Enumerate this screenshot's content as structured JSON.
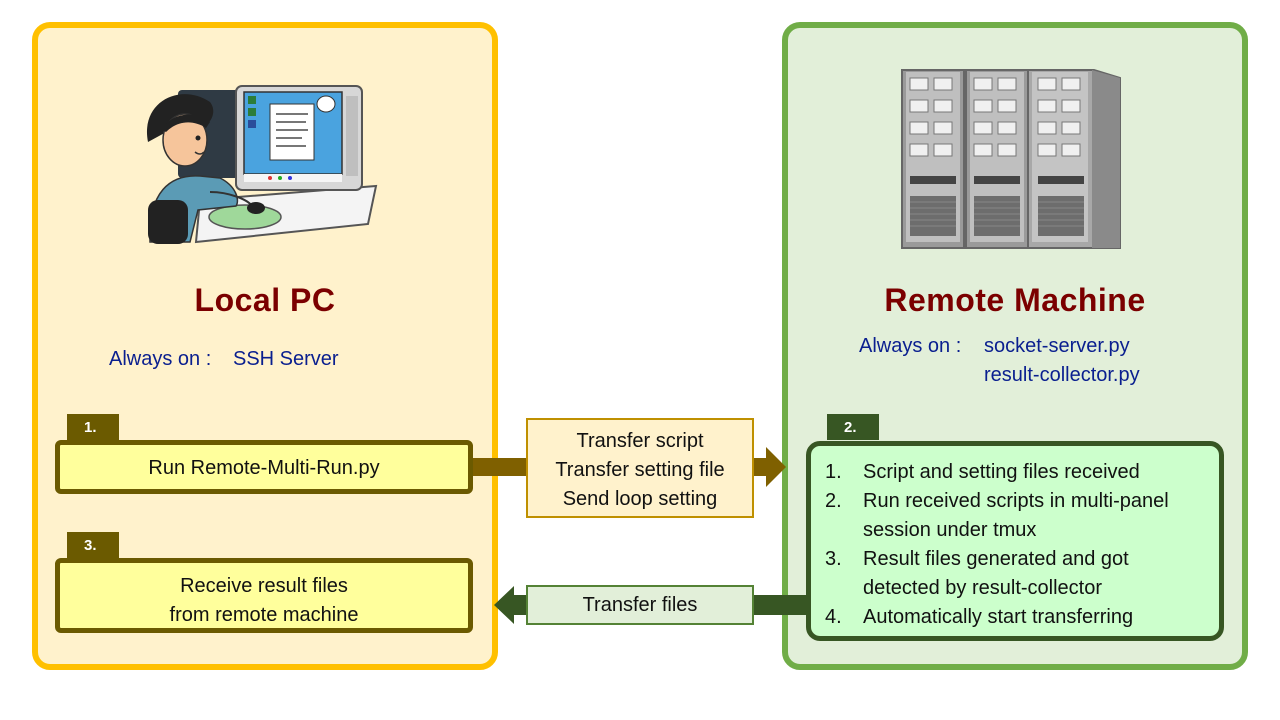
{
  "local": {
    "title": "Local PC",
    "always_on_label": "Always on :",
    "always_on_value": "SSH Server",
    "step1_tag": "1.",
    "step1_text": "Run Remote-Multi-Run.py",
    "step3_tag": "3.",
    "step3_line1": "Receive result files",
    "step3_line2": "from remote machine",
    "illustration_icon": "person-at-computer-icon"
  },
  "remote": {
    "title": "Remote Machine",
    "always_on_label": "Always on :",
    "always_on_values": [
      "socket-server.py",
      "result-collector.py"
    ],
    "step2_tag": "2.",
    "steps": [
      {
        "num": "1.",
        "lines": [
          "Script and setting files received"
        ]
      },
      {
        "num": "2.",
        "lines": [
          "Run received scripts in multi-panel",
          "session under tmux"
        ]
      },
      {
        "num": "3.",
        "lines": [
          "Result files generated and got",
          "detected by result-collector"
        ]
      },
      {
        "num": "4.",
        "lines": [
          "Automatically start transferring"
        ]
      }
    ],
    "illustration_icon": "server-rack-icon"
  },
  "transfer_out": [
    "Transfer script",
    "Transfer setting file",
    "Send loop setting"
  ],
  "transfer_back": "Transfer files",
  "colors": {
    "local_border": "#ffc000",
    "local_fill": "#fff2cc",
    "remote_border": "#70ad47",
    "remote_fill": "#e2efd9",
    "title_color": "#7b0000",
    "always_on_color": "#0a1f8f",
    "olive": "#6b5a00",
    "dark_green": "#375623"
  }
}
